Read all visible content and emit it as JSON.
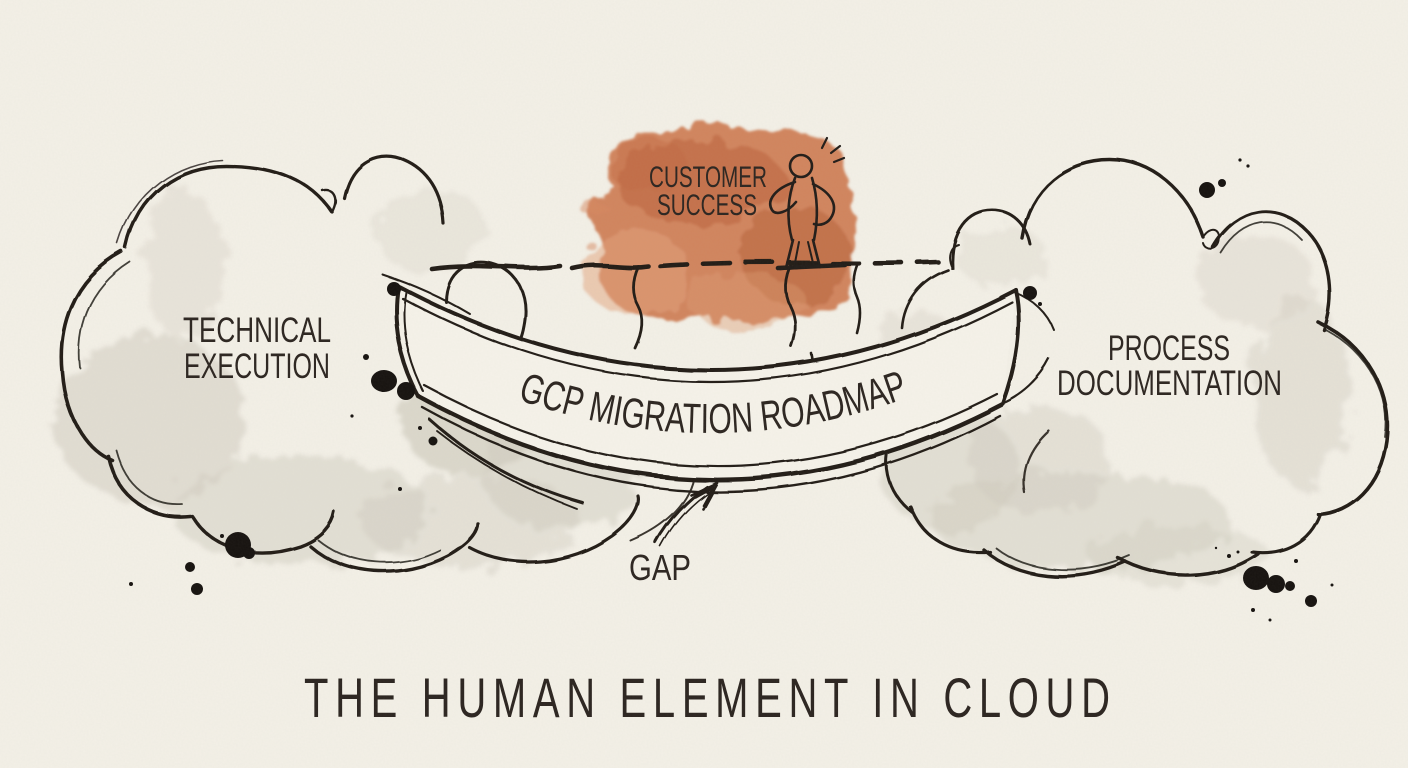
{
  "title": "THE HUMAN ELEMENT IN CLOUD",
  "left_cloud": {
    "label_line1": "TECHNICAL",
    "label_line2": "EXECUTION"
  },
  "right_cloud": {
    "label_line1": "PROCESS",
    "label_line2": "DOCUMENTATION"
  },
  "highlight": {
    "label_line1": "CUSTOMER",
    "label_line2": "SUCCESS"
  },
  "banner": {
    "label": "GCP MIGRATION ROADMAP"
  },
  "gap": {
    "label": "GAP"
  },
  "colors": {
    "paper": "#f3f0e7",
    "ink": "#221d19",
    "orange_wash": "#cd7950",
    "orange_dark": "#b25835",
    "gray_wash": "#cfcabd",
    "text": "#2e2722"
  }
}
